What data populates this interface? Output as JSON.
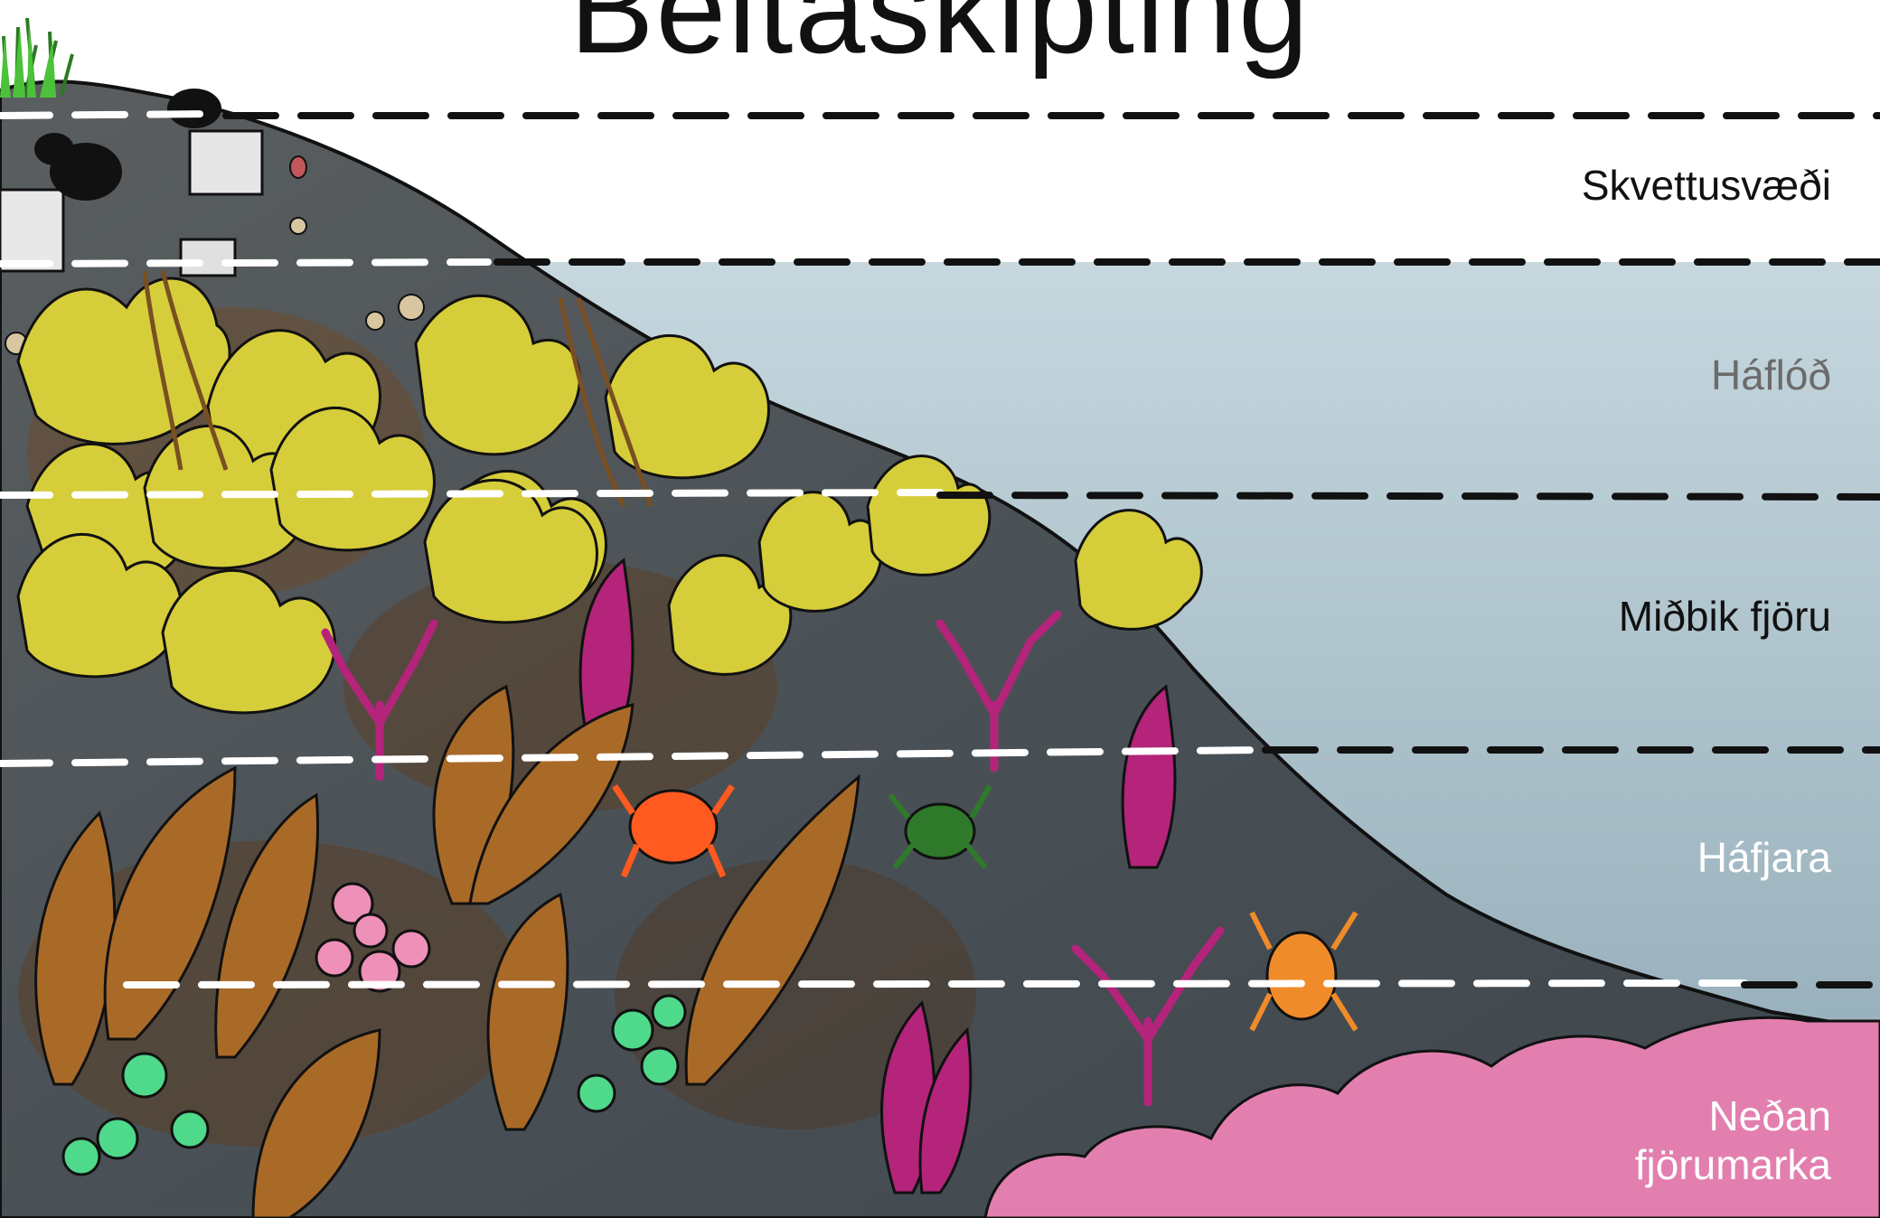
{
  "title": "Beltaskipting",
  "zones": [
    {
      "label": "Skvettusvæði"
    },
    {
      "label": "Háflóð"
    },
    {
      "label": "Miðbik fjöru"
    },
    {
      "label": "Háfjara"
    },
    {
      "label": "Neðan fjörumarka",
      "line1": "Neðan",
      "line2": "fjörumarka"
    }
  ],
  "colors": {
    "sky": "#ffffff",
    "water": "#b9cdd6",
    "rock": "#4c5257",
    "wrack": "#d6cd3a",
    "kelp": "#a96a28",
    "red_algae": "#b3247a",
    "coralline": "#e27fae",
    "urchin_green": "#4fd98a",
    "urchin_pink": "#ee90b8",
    "crab_red": "#ff5a1f",
    "crab_green": "#2f7a2a",
    "crab_orange": "#f08b2a",
    "grass": "#3fae32"
  }
}
